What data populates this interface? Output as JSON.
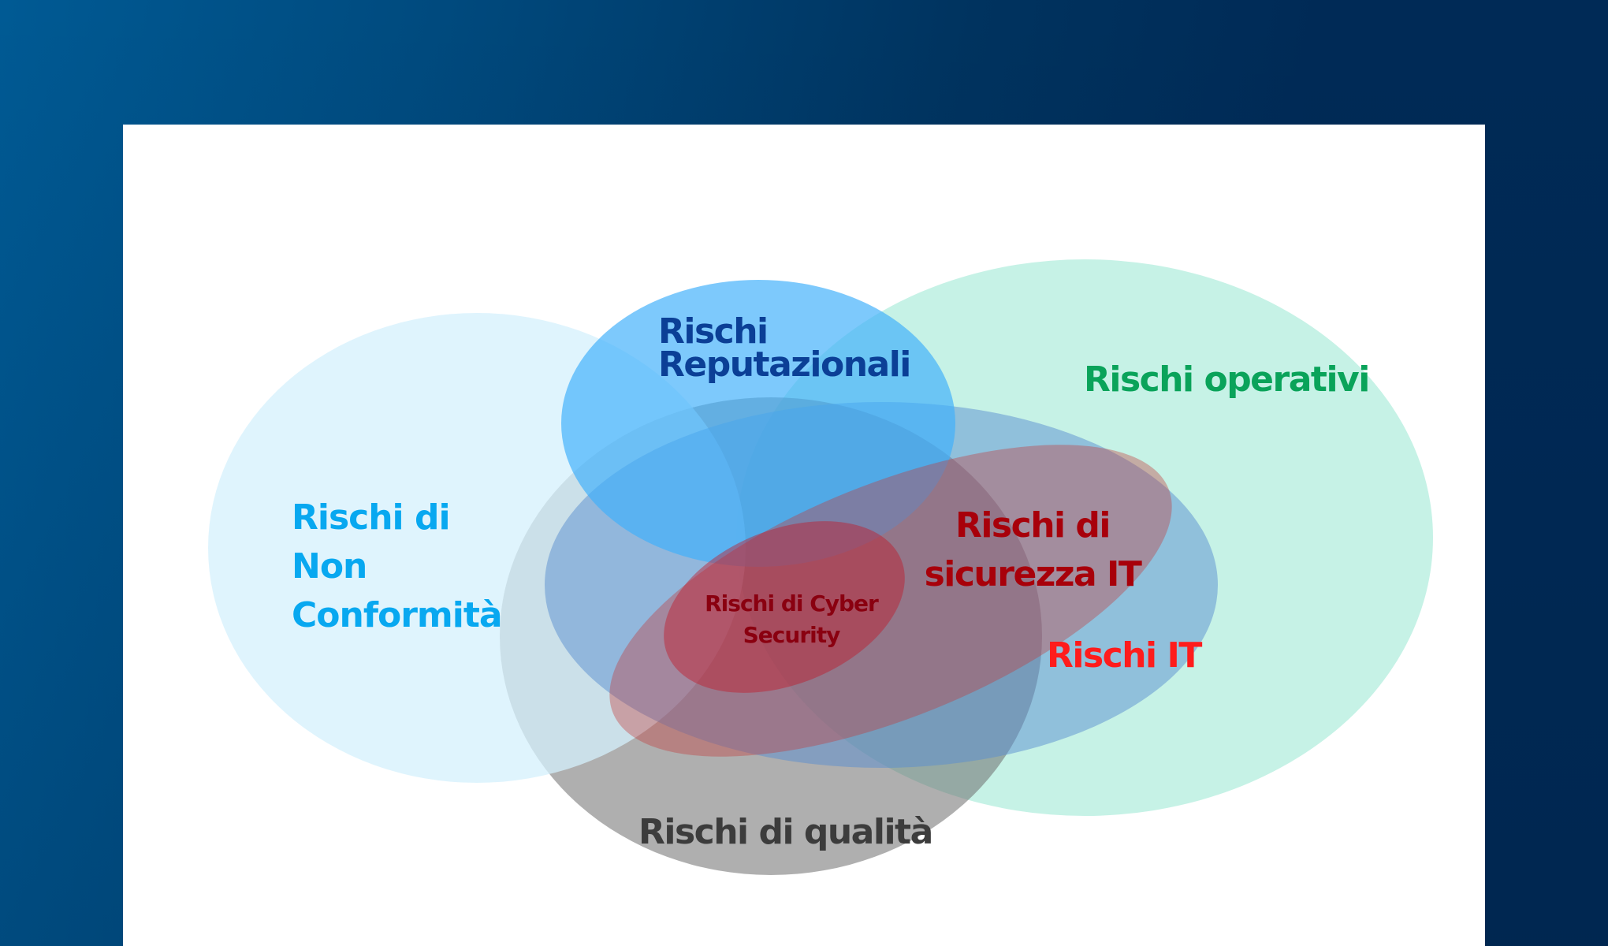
{
  "slide": {
    "background_color_left": "#005a94",
    "background_color_right": "#002a56",
    "panel_color": "#ffffff"
  },
  "diagram": {
    "type": "venn",
    "sets": [
      {
        "id": "non_conformita",
        "lines": [
          "Rischi di",
          "Non",
          "Conformità"
        ],
        "label": "Rischi di Non Conformità",
        "fill": "#e0f6fd",
        "text_color": "#08a8f0"
      },
      {
        "id": "reputazionali",
        "lines": [
          "Rischi",
          "Reputazionali"
        ],
        "label": "Rischi Reputazionali",
        "fill": "#7ecbfb",
        "text_color": "#0b3f96"
      },
      {
        "id": "operativi",
        "lines": [
          "Rischi operativi"
        ],
        "label": "Rischi operativi",
        "fill": "#c6f2e6",
        "text_color": "#0aa35a"
      },
      {
        "id": "sicurezza_it",
        "lines": [
          "Rischi di",
          "sicurezza IT"
        ],
        "label": "Rischi di sicurezza IT",
        "fill": "#b04a5a",
        "text_color": "#a8000a"
      },
      {
        "id": "cyber_security",
        "lines": [
          "Rischi di Cyber",
          "Security"
        ],
        "label": "Rischi di Cyber Security",
        "fill": "#b02030",
        "text_color": "#8a0010"
      },
      {
        "id": "it",
        "lines": [
          "Rischi IT"
        ],
        "label": "Rischi IT",
        "fill": "#4a7fc0",
        "text_color": "#ff1c1c"
      },
      {
        "id": "qualita",
        "lines": [
          "Rischi di qualità"
        ],
        "label": "Rischi di qualità",
        "fill": "#8c8c8c",
        "text_color": "#3c3c3c"
      }
    ]
  }
}
